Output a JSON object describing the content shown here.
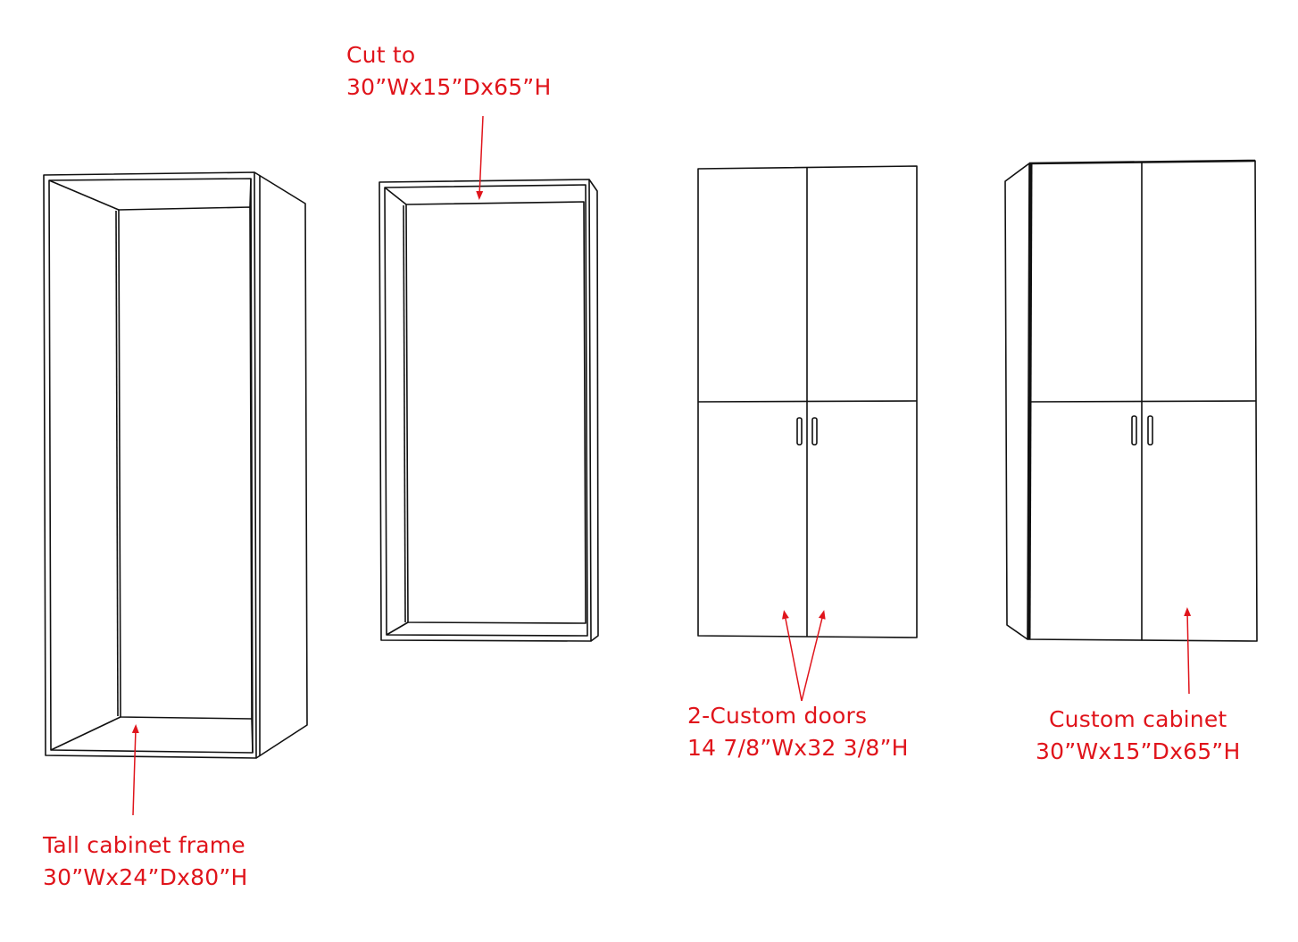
{
  "colors": {
    "line": "#111111",
    "annotation": "#e0141b",
    "background": "#ffffff"
  },
  "annotations": {
    "cut": {
      "line1": "Cut to",
      "line2": "30”Wx15”Dx65”H"
    },
    "frame": {
      "line1": "Tall cabinet frame",
      "line2": "30”Wx24”Dx80”H"
    },
    "doors": {
      "line1": "2-Custom doors",
      "line2": "14 7/8”Wx32 3/8”H"
    },
    "custom": {
      "line1": "Custom cabinet",
      "line2": "30”Wx15”Dx65”H"
    }
  }
}
